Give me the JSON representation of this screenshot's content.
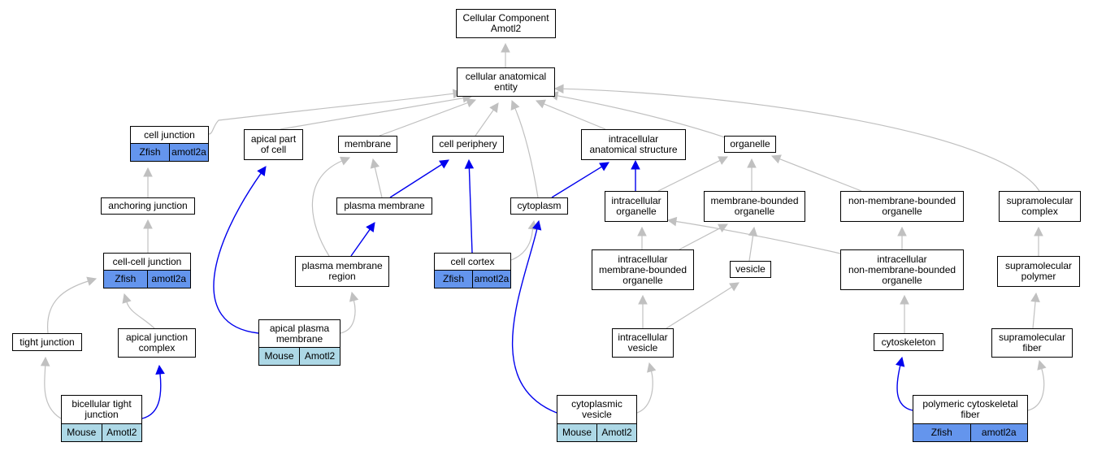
{
  "colors": {
    "zfish": "#6495ed",
    "mouse": "#add8e6",
    "edge_regular": "#c0c0c0",
    "edge_highlight": "#0000ee"
  },
  "nodes": [
    {
      "id": "root",
      "label": "Cellular Component\nAmotl2"
    },
    {
      "id": "cae",
      "label": "cellular anatomical\nentity"
    },
    {
      "id": "cj",
      "label": "cell junction",
      "tags": [
        "Zfish",
        "amotl2a"
      ],
      "species": "zfish"
    },
    {
      "id": "apc",
      "label": "apical part\nof cell"
    },
    {
      "id": "mem",
      "label": "membrane"
    },
    {
      "id": "cper",
      "label": "cell periphery"
    },
    {
      "id": "ias",
      "label": "intracellular\nanatomical structure"
    },
    {
      "id": "org",
      "label": "organelle"
    },
    {
      "id": "aj",
      "label": "anchoring junction"
    },
    {
      "id": "pm",
      "label": "plasma membrane"
    },
    {
      "id": "cyto",
      "label": "cytoplasm"
    },
    {
      "id": "io",
      "label": "intracellular\norganelle"
    },
    {
      "id": "mbo",
      "label": "membrane-bounded\norganelle"
    },
    {
      "id": "nmbo",
      "label": "non-membrane-bounded\norganelle"
    },
    {
      "id": "smc",
      "label": "supramolecular\ncomplex"
    },
    {
      "id": "ccj",
      "label": "cell-cell junction",
      "tags": [
        "Zfish",
        "amotl2a"
      ],
      "species": "zfish"
    },
    {
      "id": "pmr",
      "label": "plasma membrane\nregion"
    },
    {
      "id": "cc",
      "label": "cell cortex",
      "tags": [
        "Zfish",
        "amotl2a"
      ],
      "species": "zfish"
    },
    {
      "id": "imbo",
      "label": "intracellular\nmembrane-bounded\norganelle"
    },
    {
      "id": "ves",
      "label": "vesicle"
    },
    {
      "id": "inmbo",
      "label": "intracellular\nnon-membrane-bounded\norganelle"
    },
    {
      "id": "smp",
      "label": "supramolecular\npolymer"
    },
    {
      "id": "tj",
      "label": "tight junction"
    },
    {
      "id": "ajc",
      "label": "apical junction\ncomplex"
    },
    {
      "id": "apm",
      "label": "apical plasma\nmembrane",
      "tags": [
        "Mouse",
        "Amotl2"
      ],
      "species": "mouse"
    },
    {
      "id": "iv",
      "label": "intracellular\nvesicle"
    },
    {
      "id": "csk",
      "label": "cytoskeleton"
    },
    {
      "id": "smf",
      "label": "supramolecular\nfiber"
    },
    {
      "id": "btj",
      "label": "bicellular tight\njunction",
      "tags": [
        "Mouse",
        "Amotl2"
      ],
      "species": "mouse"
    },
    {
      "id": "cv",
      "label": "cytoplasmic\nvesicle",
      "tags": [
        "Mouse",
        "Amotl2"
      ],
      "species": "mouse"
    },
    {
      "id": "pcf",
      "label": "polymeric cytoskeletal\nfiber",
      "tags": [
        "Zfish",
        "amotl2a"
      ],
      "species": "zfish"
    }
  ],
  "edges": [
    {
      "from": "cae",
      "to": "root",
      "highlight": false
    },
    {
      "from": "cj",
      "to": "cae",
      "highlight": false
    },
    {
      "from": "apc",
      "to": "cae",
      "highlight": false
    },
    {
      "from": "mem",
      "to": "cae",
      "highlight": false
    },
    {
      "from": "cper",
      "to": "cae",
      "highlight": false
    },
    {
      "from": "cyto",
      "to": "cae",
      "highlight": false
    },
    {
      "from": "ias",
      "to": "cae",
      "highlight": false
    },
    {
      "from": "org",
      "to": "cae",
      "highlight": false
    },
    {
      "from": "smc",
      "to": "cae",
      "highlight": false
    },
    {
      "from": "aj",
      "to": "cj",
      "highlight": false
    },
    {
      "from": "ccj",
      "to": "aj",
      "highlight": false
    },
    {
      "from": "tj",
      "to": "ccj",
      "highlight": false
    },
    {
      "from": "ajc",
      "to": "ccj",
      "highlight": false
    },
    {
      "from": "btj",
      "to": "tj",
      "highlight": false
    },
    {
      "from": "btj",
      "to": "ajc",
      "highlight": true
    },
    {
      "from": "apm",
      "to": "apc",
      "highlight": true
    },
    {
      "from": "apm",
      "to": "pmr",
      "highlight": false
    },
    {
      "from": "pm",
      "to": "mem",
      "highlight": false
    },
    {
      "from": "pmr",
      "to": "mem",
      "highlight": false
    },
    {
      "from": "pm",
      "to": "cper",
      "highlight": true
    },
    {
      "from": "pmr",
      "to": "pm",
      "highlight": true
    },
    {
      "from": "cc",
      "to": "cper",
      "highlight": true
    },
    {
      "from": "cc",
      "to": "cyto",
      "highlight": false
    },
    {
      "from": "cyto",
      "to": "ias",
      "highlight": true
    },
    {
      "from": "io",
      "to": "ias",
      "highlight": true
    },
    {
      "from": "io",
      "to": "org",
      "highlight": false
    },
    {
      "from": "mbo",
      "to": "org",
      "highlight": false
    },
    {
      "from": "nmbo",
      "to": "org",
      "highlight": false
    },
    {
      "from": "imbo",
      "to": "io",
      "highlight": false
    },
    {
      "from": "inmbo",
      "to": "io",
      "highlight": false
    },
    {
      "from": "imbo",
      "to": "mbo",
      "highlight": false
    },
    {
      "from": "ves",
      "to": "mbo",
      "highlight": false
    },
    {
      "from": "inmbo",
      "to": "nmbo",
      "highlight": false
    },
    {
      "from": "iv",
      "to": "imbo",
      "highlight": false
    },
    {
      "from": "iv",
      "to": "ves",
      "highlight": false
    },
    {
      "from": "cv",
      "to": "cyto",
      "highlight": true
    },
    {
      "from": "cv",
      "to": "iv",
      "highlight": false
    },
    {
      "from": "csk",
      "to": "inmbo",
      "highlight": false
    },
    {
      "from": "smp",
      "to": "smc",
      "highlight": false
    },
    {
      "from": "smf",
      "to": "smp",
      "highlight": false
    },
    {
      "from": "pcf",
      "to": "csk",
      "highlight": true
    },
    {
      "from": "pcf",
      "to": "smf",
      "highlight": false
    }
  ]
}
